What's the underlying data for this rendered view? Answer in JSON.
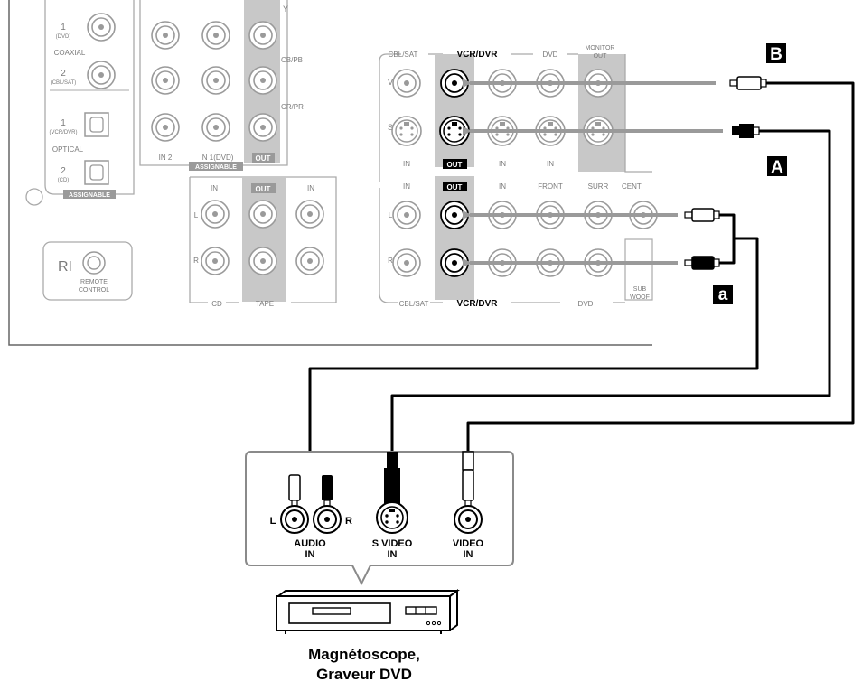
{
  "receiver": {
    "coaxial": {
      "title": "COAXIAL",
      "in1_num": "1",
      "in1_sub": "(DVD)",
      "in2_num": "2",
      "in2_sub": "(CBL/SAT)"
    },
    "optical": {
      "title": "OPTICAL",
      "in1_num": "1",
      "in1_sub": "(VCR/DVR)",
      "in2_num": "2",
      "in2_sub": "(CD)"
    },
    "assignable": "ASSIGNABLE",
    "component": {
      "y": "Y",
      "cb": "CB/PB",
      "cr": "CR/PR",
      "in2": "IN 2",
      "in1": "IN 1(DVD)",
      "assignable": "ASSIGNABLE",
      "out": "OUT"
    },
    "remote": {
      "ri": "RI",
      "line1": "REMOTE",
      "line2": "CONTROL"
    },
    "cd_tape": {
      "in_left": "IN",
      "out": "OUT",
      "in_right": "IN",
      "l": "L",
      "r": "R",
      "cd": "CD",
      "tape": "TAPE"
    },
    "video_header": {
      "cbl_sat": "CBL/SAT",
      "vcr_dvr": "VCR/DVR",
      "dvd": "DVD",
      "monitor_out_1": "MONITOR",
      "monitor_out_2": "OUT"
    },
    "video_rows": {
      "v": "V",
      "s": "S"
    },
    "video_bottom": {
      "in1": "IN",
      "out": "OUT",
      "in2": "IN",
      "in3": "IN"
    },
    "audio_header": {
      "in1": "IN",
      "out": "OUT",
      "in2": "IN",
      "front": "FRONT",
      "surr": "SURR",
      "center": "CENT"
    },
    "audio_rows": {
      "l": "L",
      "r": "R"
    },
    "audio_bottom": {
      "cbl_sat": "CBL/SAT",
      "vcr_dvr": "VCR/DVR",
      "dvd": "DVD",
      "sub1": "SUB",
      "sub2": "WOOF"
    }
  },
  "markers": {
    "b": "B",
    "a_cap": "A",
    "a_small": "a"
  },
  "device": {
    "l": "L",
    "r": "R",
    "audio_in_1": "AUDIO",
    "audio_in_2": "IN",
    "svideo_in_1": "S VIDEO",
    "svideo_in_2": "IN",
    "video_in_1": "VIDEO",
    "video_in_2": "IN",
    "caption_1": "Magnétoscope,",
    "caption_2": "Graveur DVD"
  }
}
